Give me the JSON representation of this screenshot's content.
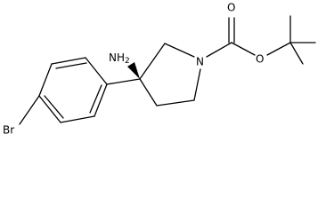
{
  "molecule": {
    "atom_labels": {
      "amine": "NH",
      "amine_subscript": "2",
      "ring_nitrogen": "N",
      "carbonyl_oxygen": "O",
      "ester_oxygen": "O",
      "bromine": "Br"
    }
  }
}
